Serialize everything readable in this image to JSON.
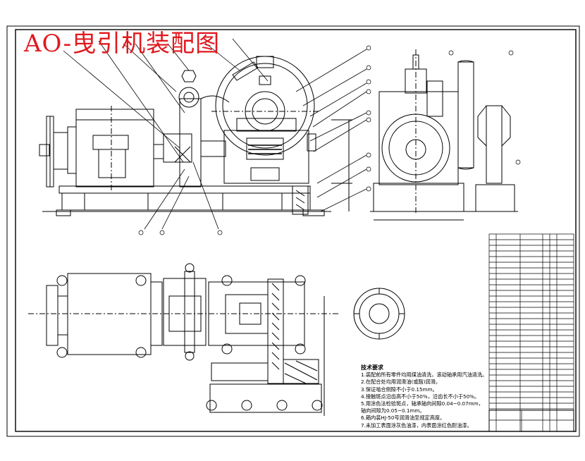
{
  "title": "AO-曳引机装配图",
  "technical_requirements": {
    "heading": "技术要求",
    "items": [
      "1.装配前所有零件均用煤油清洗，滚动轴承用汽油清洗。",
      "2.在配合处均用润滑油(或脂)润滑。",
      "3.保证啮合侧隙不小于0.15mm。",
      "4.接触斑点沿齿高不小于50%，沿齿长不小于50%。",
      "5.用涂色法检验斑点，轴承轴向间隙0.04~0.07mm，",
      "轴向间隙为0.05~0.1mm。",
      "6.箱内装HJ-50号润滑油至规定高度。",
      "7.未加工表面涂灰色油漆，内表面涂红色耐油漆。"
    ]
  },
  "colors": {
    "line": "#000000",
    "title": "#e0191e",
    "paper": "#ffffff"
  }
}
